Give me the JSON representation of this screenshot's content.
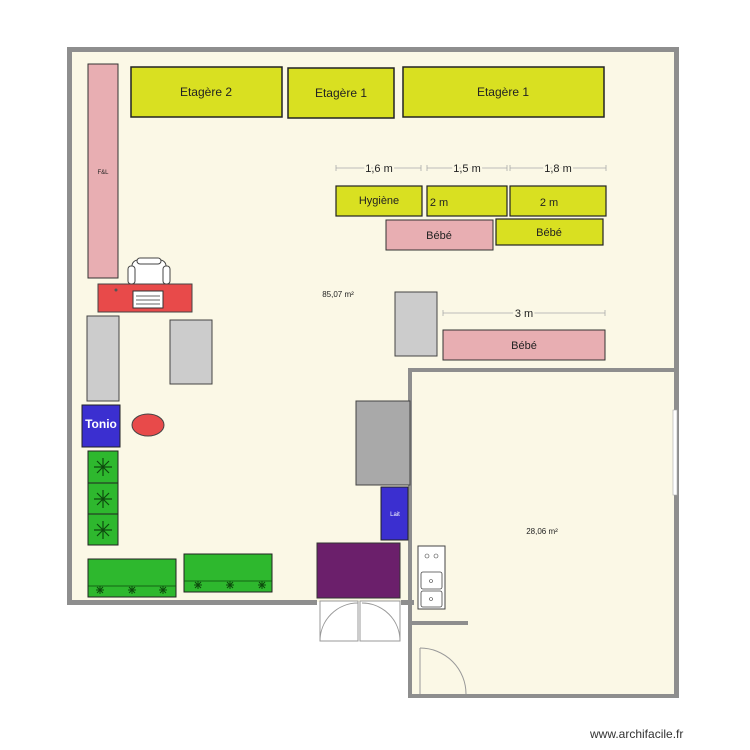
{
  "plan": {
    "area_main": "85,07 m²",
    "area_small": "28,06 m²",
    "watermark": "www.archifacile.fr"
  },
  "shelves": {
    "etagere2": "Etagère 2",
    "etagere1a": "Etagère 1",
    "etagere1b": "Etagère 1",
    "hygiene": "Hygiène",
    "shelf_2m_a": "2 m",
    "shelf_2m_b": "2 m",
    "bebe1": "Bébé",
    "bebe2": "Bébé",
    "bebe3": "Bébé",
    "fl": "F&L"
  },
  "dimensions": {
    "d1": "1,6 m",
    "d2": "1,5 m",
    "d3": "1,8 m",
    "d4": "3 m"
  },
  "labels": {
    "tonio": "Tonio",
    "lait": "Lait"
  },
  "colors": {
    "floor": "#fbf8e6",
    "wall": "#8e8e8e",
    "yellow_shelf": "#d9e021",
    "pink_shelf": "#e8aeb2",
    "red": "#e84a4a",
    "blue": "#3b2fd0",
    "green": "#2eb82e",
    "purple": "#6b1f6b",
    "grey": "#cccccc"
  }
}
